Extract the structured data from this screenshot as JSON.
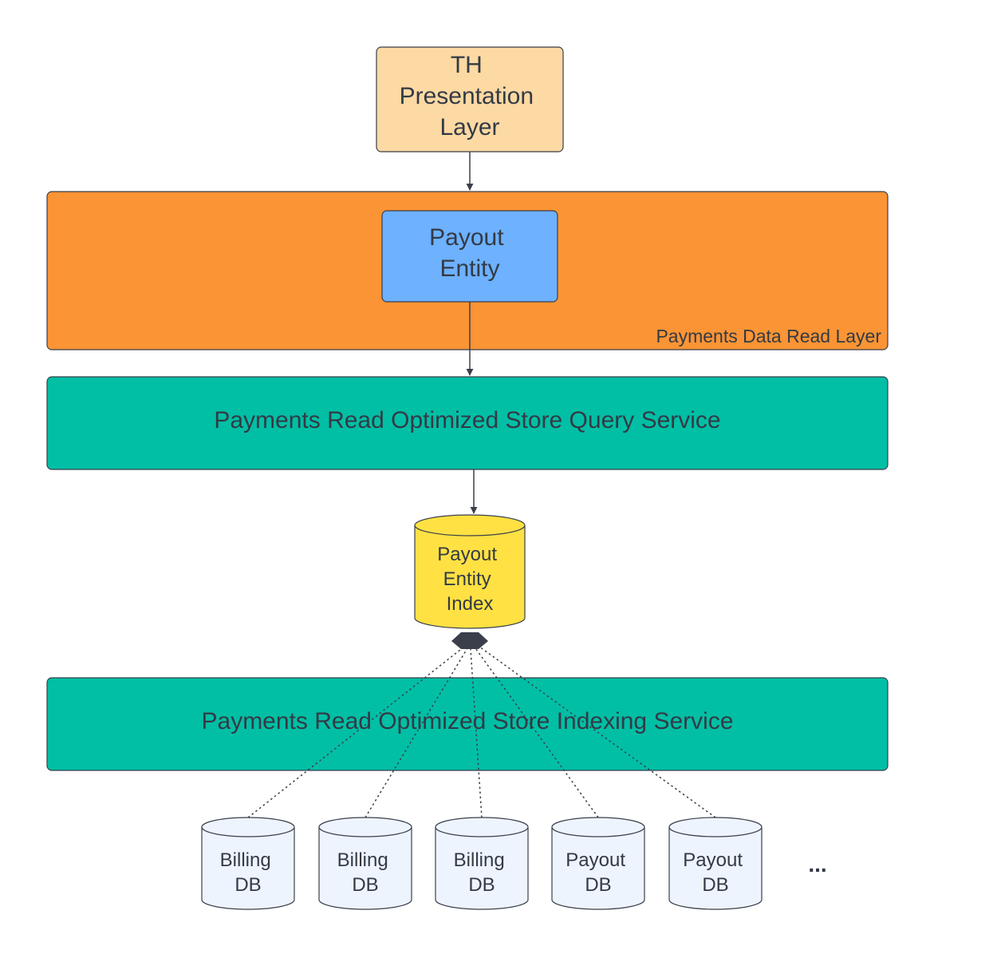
{
  "colors": {
    "presentation_fill": "#fdd9a3",
    "read_layer_fill": "#fb9434",
    "entity_fill": "#6db1ff",
    "service_fill": "#00bfa5",
    "index_fill": "#ffe143",
    "db_fill": "#eef4fe",
    "stroke": "#3a3f4b",
    "text": "#333a45"
  },
  "nodes": {
    "presentation_layer": {
      "lines": [
        "TH",
        "Presentation",
        "Layer"
      ]
    },
    "read_layer": {
      "label": "Payments Data Read Layer"
    },
    "payout_entity": {
      "lines": [
        "Payout",
        "Entity"
      ]
    },
    "query_service": {
      "label": "Payments Read Optimized Store Query Service"
    },
    "entity_index": {
      "lines": [
        "Payout",
        "Entity",
        "Index"
      ]
    },
    "indexing_service": {
      "label": "Payments Read Optimized Store Indexing Service"
    },
    "databases": [
      {
        "lines": [
          "Billing",
          "DB"
        ]
      },
      {
        "lines": [
          "Billing",
          "DB"
        ]
      },
      {
        "lines": [
          "Billing",
          "DB"
        ]
      },
      {
        "lines": [
          "Payout",
          "DB"
        ]
      },
      {
        "lines": [
          "Payout",
          "DB"
        ]
      }
    ],
    "more": {
      "label": "..."
    }
  }
}
